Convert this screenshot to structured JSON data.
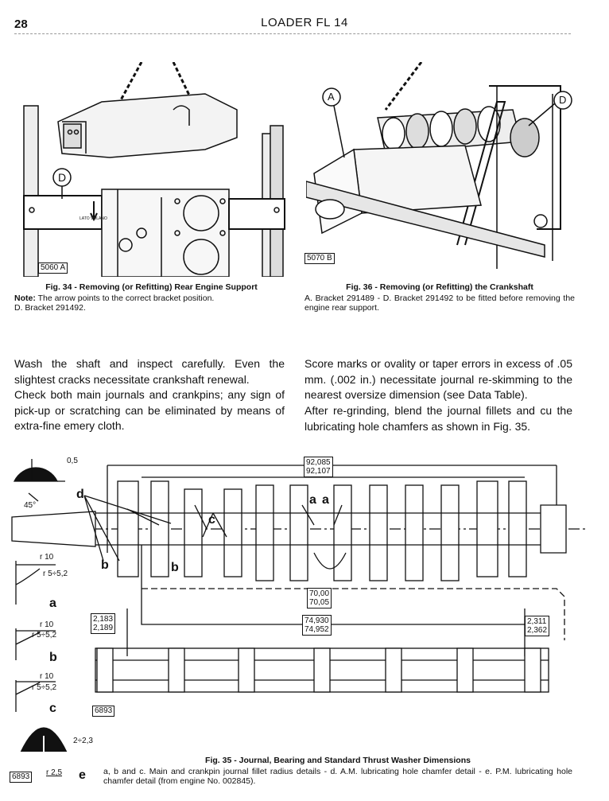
{
  "header": {
    "page_number": "28",
    "title": "LOADER  FL 14"
  },
  "fig34": {
    "tag": "5060 A",
    "callout": "D",
    "arrow_label": "LATO VOLANO",
    "title": "Fig. 34 - Removing (or Refitting) Rear Engine Support",
    "note_label": "Note:",
    "note_text": "The arrow points to the correct bracket position.",
    "line2": "D. Bracket 291492."
  },
  "fig36": {
    "tag": "5070 B",
    "callout_a": "A",
    "callout_d": "D",
    "title": "Fig. 36 - Removing (or Refitting) the Crankshaft",
    "text": "A. Bracket 291489 - D. Bracket 291492 to be fitted before removing the engine rear support."
  },
  "body": {
    "left_p1": "Wash the shaft and inspect carefully. Even the slightest cracks necessitate crankshaft renewal.",
    "left_p2": "Check both main journals and crankpins; any sign of pick-up or scratching can be eliminated by means of extra-fine emery cloth.",
    "right_p1": "Score marks or ovality or taper errors in excess of .05 mm. (.002 in.) necessitate journal re-skimming to the nearest oversize dimension (see Data Table).",
    "right_p2": "After re-grinding, blend the journal fillets and cu the lubricating hole chamfers as shown in Fig. 35."
  },
  "fig35": {
    "detail_d_dim": "0,5",
    "detail_d_angle": "45°",
    "label_d": "d",
    "label_a": "a",
    "label_b": "b",
    "label_c": "c",
    "label_e": "e",
    "a_r1": "r 10",
    "a_r2": "r 5÷5,2",
    "b_r1": "r 10",
    "b_r2": "r 5÷5,2",
    "c_r1": "r 10",
    "c_r2": "r 5÷5,2",
    "e_dim1": "2÷2,3",
    "e_dim2": "r 2,5",
    "dim_main_1": "92,085",
    "dim_main_2": "92,107",
    "dim_pin_1": "70,00",
    "dim_pin_2": "70,05",
    "dim_brg_1": "74,930",
    "dim_brg_2": "74,952",
    "dim_left_1": "2,183",
    "dim_left_2": "2,189",
    "dim_right_1": "2,311",
    "dim_right_2": "2,362",
    "tag_mid": "6893",
    "tag_bottom": "6893",
    "title": "Fig. 35 - Journal, Bearing and Standard Thrust Washer Dimensions",
    "text": "a, b and c. Main and crankpin journal fillet radius details - d. A.M. lubricating hole chamfer detail - e. P.M. lubricating hole chamfer detail (from engine No. 002845)."
  }
}
